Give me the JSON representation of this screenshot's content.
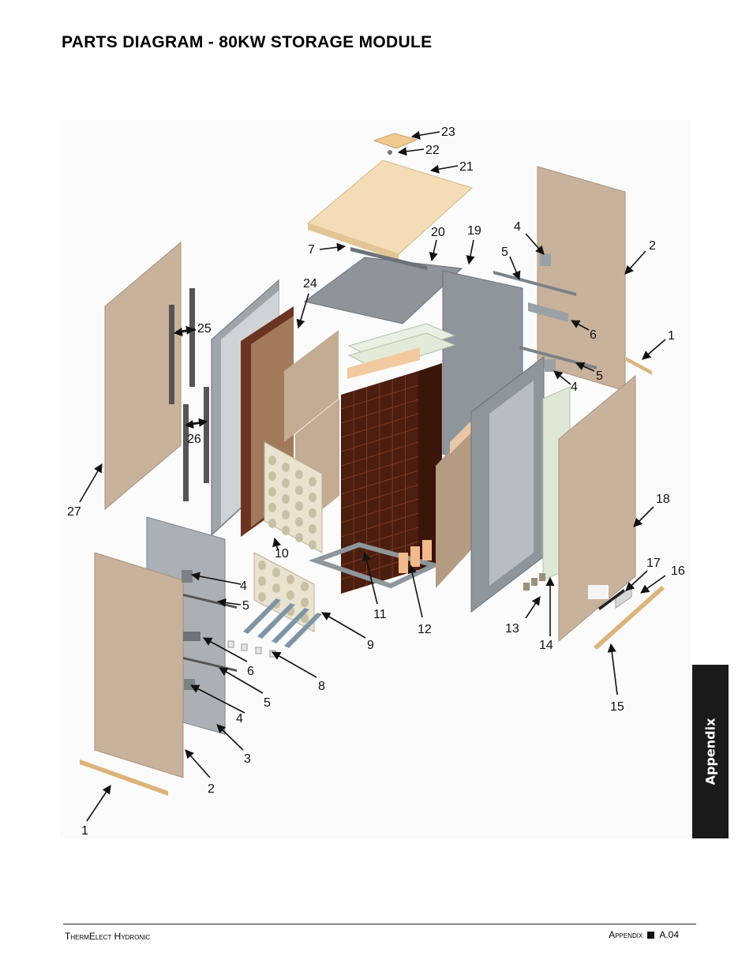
{
  "title": "PARTS DIAGRAM - 80KW STORAGE MODULE",
  "diagram": {
    "callouts": [
      {
        "id": "c23",
        "text": "23"
      },
      {
        "id": "c22",
        "text": "22"
      },
      {
        "id": "c21",
        "text": "21"
      },
      {
        "id": "c20",
        "text": "20"
      },
      {
        "id": "c19",
        "text": "19"
      },
      {
        "id": "c4a",
        "text": "4"
      },
      {
        "id": "c5a",
        "text": "5"
      },
      {
        "id": "c2a",
        "text": "2"
      },
      {
        "id": "c7",
        "text": "7"
      },
      {
        "id": "c24",
        "text": "24"
      },
      {
        "id": "c25",
        "text": "25"
      },
      {
        "id": "c6a",
        "text": "6"
      },
      {
        "id": "c1a",
        "text": "1"
      },
      {
        "id": "c5b",
        "text": "5"
      },
      {
        "id": "c4b",
        "text": "4"
      },
      {
        "id": "c26",
        "text": "26"
      },
      {
        "id": "c27",
        "text": "27"
      },
      {
        "id": "c18",
        "text": "18"
      },
      {
        "id": "c10",
        "text": "10"
      },
      {
        "id": "c17",
        "text": "17"
      },
      {
        "id": "c16",
        "text": "16"
      },
      {
        "id": "c4c",
        "text": "4"
      },
      {
        "id": "c5c",
        "text": "5"
      },
      {
        "id": "c11",
        "text": "11"
      },
      {
        "id": "c12",
        "text": "12"
      },
      {
        "id": "c13",
        "text": "13"
      },
      {
        "id": "c14",
        "text": "14"
      },
      {
        "id": "c9",
        "text": "9"
      },
      {
        "id": "c6b",
        "text": "6"
      },
      {
        "id": "c8",
        "text": "8"
      },
      {
        "id": "c5d",
        "text": "5"
      },
      {
        "id": "c15",
        "text": "15"
      },
      {
        "id": "c4d",
        "text": "4"
      },
      {
        "id": "c3",
        "text": "3"
      },
      {
        "id": "c2b",
        "text": "2"
      },
      {
        "id": "c1b",
        "text": "1"
      }
    ]
  },
  "side_tab": {
    "label": "Appendix"
  },
  "footer": {
    "left": "ThermElect Hydronic",
    "right_section": "Appendix",
    "right_page": "A.04"
  },
  "colors": {
    "panel_tan": "#c9b29c",
    "brick": "#5a2414",
    "steel": "#9aa1a6",
    "board": "#f3dcb6",
    "tab": "#1a1a1a"
  }
}
